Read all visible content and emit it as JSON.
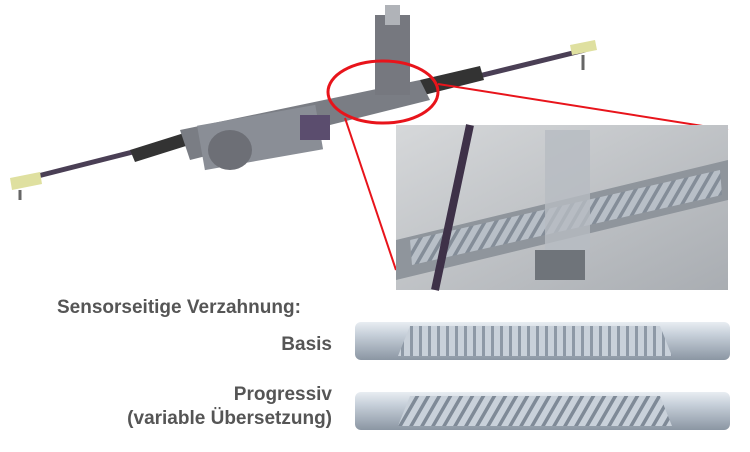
{
  "heading": "Sensorseitige Verzahnung:",
  "variants": [
    {
      "label": "Basis"
    },
    {
      "label": "Progressiv",
      "sublabel": "(variable Übersetzung)"
    }
  ],
  "colors": {
    "highlight": "#e8141b",
    "text": "#555555",
    "rack": "#5a5a62",
    "rod": "#b9c2cc"
  }
}
